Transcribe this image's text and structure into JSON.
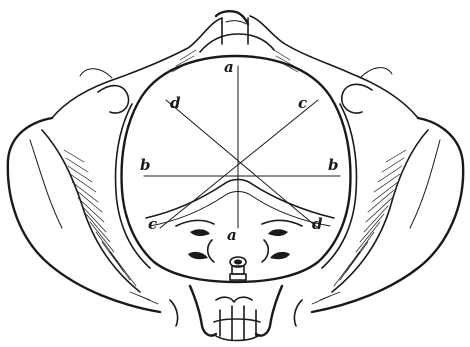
{
  "figure": {
    "labels": {
      "a_top": "a",
      "a_bottom": "a",
      "b_left": "b",
      "b_right": "b",
      "c_right": "c",
      "c_left": "c",
      "d_left": "d",
      "d_right": "d"
    }
  }
}
